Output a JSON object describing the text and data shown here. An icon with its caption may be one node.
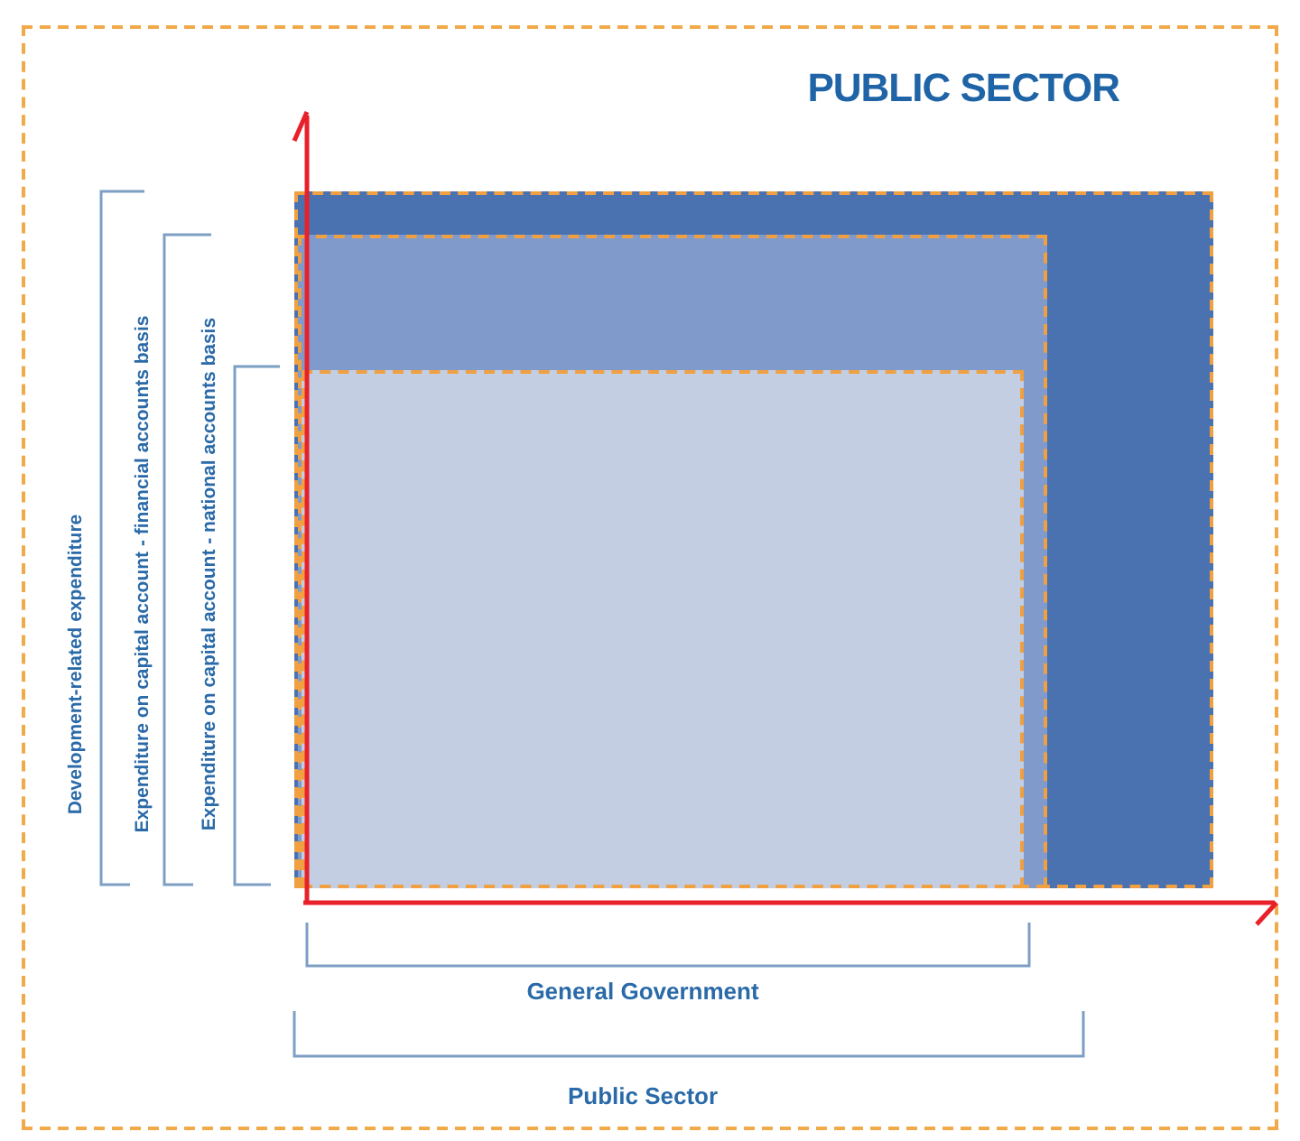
{
  "diagram": {
    "title": "PUBLIC SECTOR",
    "nodes": [
      {
        "text": [],
        "shape": "box"
      },
      {
        "text": [],
        "shape": "box",
        "in": 0
      },
      {
        "text": [],
        "shape": "box",
        "in": 1
      }
    ],
    "labels": [
      "Development-related expenditure",
      "Expenditure on capital account - financial accounts basis",
      "Expenditure on capital account - national accounts basis",
      "General Government",
      "Public Sector"
    ]
  }
}
